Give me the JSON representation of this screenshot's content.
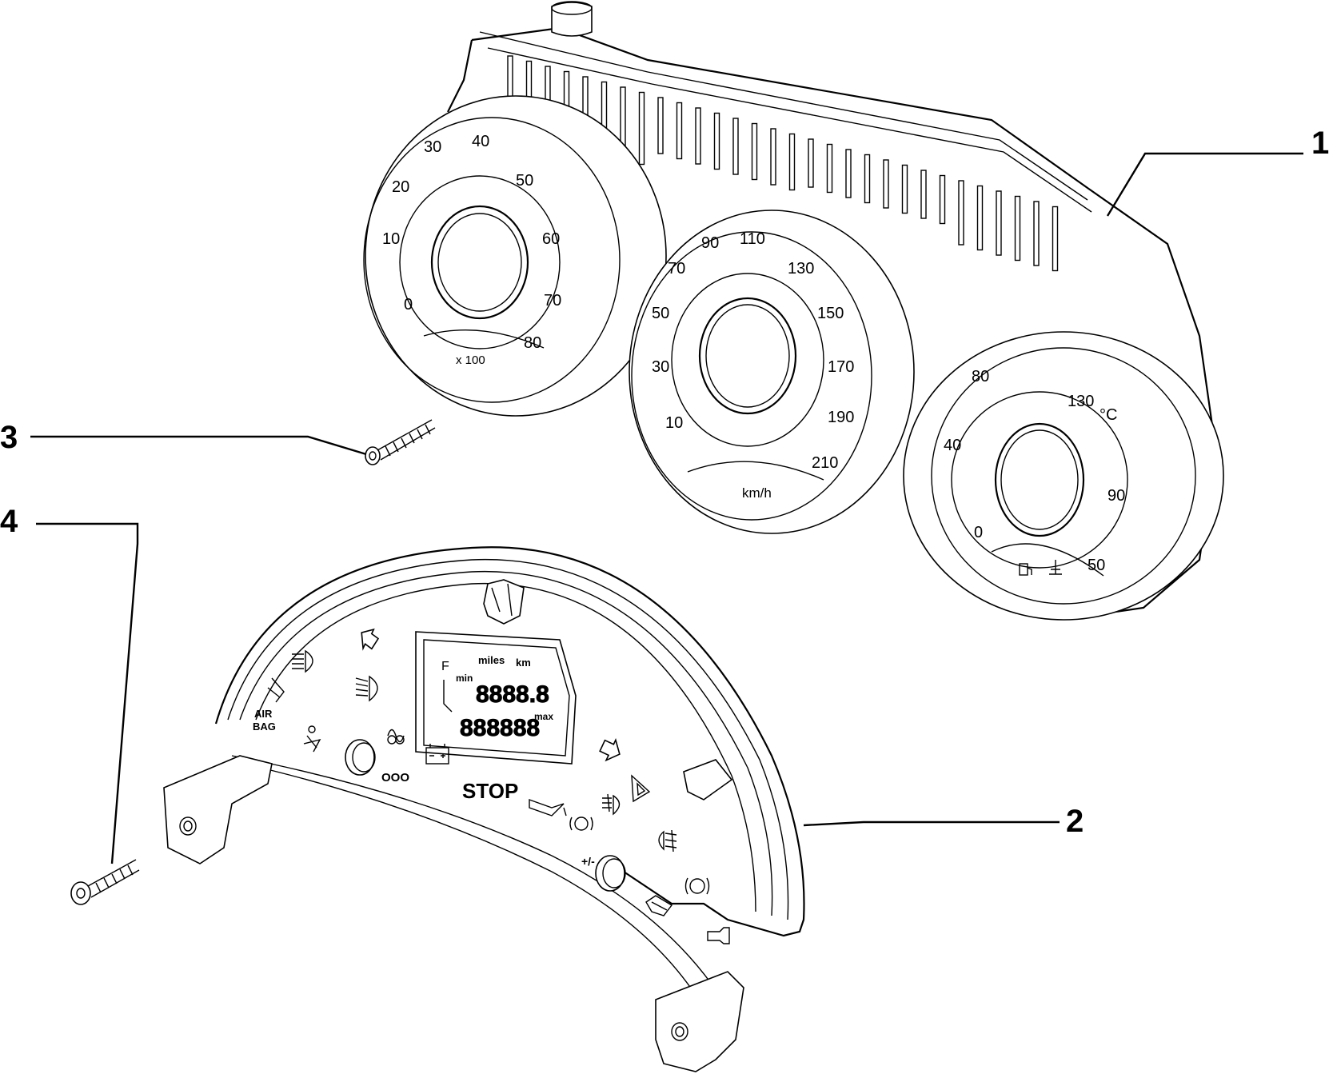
{
  "callouts": {
    "instrument_cluster": "1",
    "display_panel": "2",
    "screw_small": "3",
    "screw_long": "4"
  },
  "tachometer": {
    "numbers": [
      "0",
      "10",
      "20",
      "30",
      "40",
      "50",
      "60",
      "70",
      "80"
    ],
    "unit": "x 100"
  },
  "speedometer": {
    "numbers": [
      "10",
      "30",
      "50",
      "70",
      "90",
      "110",
      "130",
      "150",
      "170",
      "190",
      "210"
    ],
    "unit": "km/h"
  },
  "temp_gauge": {
    "numbers": [
      "40",
      "80",
      "130",
      "0",
      "50",
      "90"
    ],
    "unit": "°C"
  },
  "display_panel": {
    "lcd_miles": "miles",
    "lcd_km": "km",
    "lcd_min": "min",
    "lcd_max": "max",
    "lcd_f": "F",
    "lcd_digits_top": "8888.8",
    "lcd_digits_bottom": "888888",
    "airbag_line1": "AIR",
    "airbag_line2": "BAG",
    "stop_label": "STOP",
    "plus_minus": "+/-",
    "ooo": "OOO"
  },
  "icons": [
    "left-arrow-icon",
    "high-beam-icon",
    "low-beam-icon",
    "glow-plug-icon",
    "battery-icon",
    "seatbelt-icon",
    "right-arrow-icon",
    "hazard-icon",
    "oil-icon",
    "brake-icon",
    "fog-light-icon",
    "rear-fog-icon",
    "abs-icon",
    "engine-icon",
    "fuel-icon",
    "coolant-icon"
  ]
}
